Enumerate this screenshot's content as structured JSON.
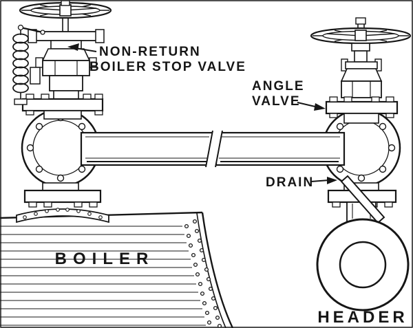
{
  "page": {
    "background": "#ffffff",
    "ink": "#161616"
  },
  "labels": {
    "non_return_1": "NON-RETURN",
    "non_return_2": "BOILER STOP VALVE",
    "angle_1": "ANGLE",
    "angle_2": "VALVE",
    "drain": "DRAIN",
    "boiler": "BOILER",
    "header": "HEADER"
  }
}
